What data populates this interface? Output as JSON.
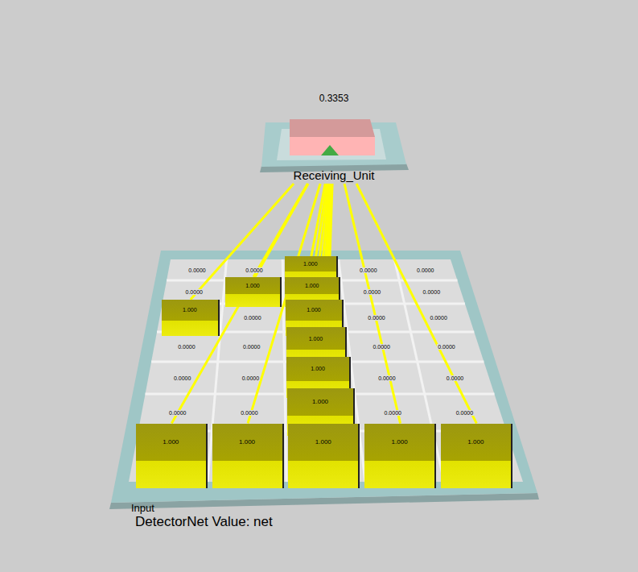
{
  "diagram": {
    "nodes": [
      {
        "text": [
          "0.3353",
          "Receiving_Unit"
        ]
      },
      {
        "text": [
          "Input"
        ]
      },
      {
        "text": [
          "0.0000"
        ],
        "in": 1
      },
      {
        "text": [
          "0.0000"
        ],
        "in": 1
      },
      {
        "text": [
          "1.000"
        ],
        "in": 1
      },
      {
        "text": [
          "0.0000"
        ],
        "in": 1
      },
      {
        "text": [
          "0.0000"
        ],
        "in": 1
      },
      {
        "text": [
          "0.0000"
        ],
        "in": 1
      },
      {
        "text": [
          "1.000"
        ],
        "in": 1
      },
      {
        "text": [
          "1.000"
        ],
        "in": 1
      },
      {
        "text": [
          "0.0000"
        ],
        "in": 1
      },
      {
        "text": [
          "0.0000"
        ],
        "in": 1
      },
      {
        "text": [
          "1.000"
        ],
        "in": 1
      },
      {
        "text": [
          "0.0000"
        ],
        "in": 1
      },
      {
        "text": [
          "1.000"
        ],
        "in": 1
      },
      {
        "text": [
          "0.0000"
        ],
        "in": 1
      },
      {
        "text": [
          "0.0000"
        ],
        "in": 1
      },
      {
        "text": [
          "0.0000"
        ],
        "in": 1
      },
      {
        "text": [
          "0.0000"
        ],
        "in": 1
      },
      {
        "text": [
          "1.000"
        ],
        "in": 1
      },
      {
        "text": [
          "0.0000"
        ],
        "in": 1
      },
      {
        "text": [
          "0.0000"
        ],
        "in": 1
      },
      {
        "text": [
          "0.0000"
        ],
        "in": 1
      },
      {
        "text": [
          "0.0000"
        ],
        "in": 1
      },
      {
        "text": [
          "1.000"
        ],
        "in": 1
      },
      {
        "text": [
          "0.0000"
        ],
        "in": 1
      },
      {
        "text": [
          "0.0000"
        ],
        "in": 1
      },
      {
        "text": [
          "0.0000"
        ],
        "in": 1
      },
      {
        "text": [
          "0.0000"
        ],
        "in": 1
      },
      {
        "text": [
          "1.000"
        ],
        "in": 1
      },
      {
        "text": [
          "0.0000"
        ],
        "in": 1
      },
      {
        "text": [
          "0.0000"
        ],
        "in": 1
      },
      {
        "text": [
          "1.000"
        ],
        "in": 1
      },
      {
        "text": [
          "1.000"
        ],
        "in": 1
      },
      {
        "text": [
          "1.000"
        ],
        "in": 1
      },
      {
        "text": [
          "1.000"
        ],
        "in": 1
      },
      {
        "text": [
          "1.000"
        ],
        "in": 1
      }
    ],
    "edges": [
      {
        "from": 4,
        "to": 0,
        "arrow": "none"
      },
      {
        "from": 8,
        "to": 0,
        "arrow": "none"
      },
      {
        "from": 9,
        "to": 0,
        "arrow": "none"
      },
      {
        "from": 12,
        "to": 0,
        "arrow": "none"
      },
      {
        "from": 14,
        "to": 0,
        "arrow": "none"
      },
      {
        "from": 19,
        "to": 0,
        "arrow": "none"
      },
      {
        "from": 24,
        "to": 0,
        "arrow": "none"
      },
      {
        "from": 29,
        "to": 0,
        "arrow": "none"
      },
      {
        "from": 32,
        "to": 0,
        "arrow": "none"
      },
      {
        "from": 33,
        "to": 0,
        "arrow": "none"
      },
      {
        "from": 34,
        "to": 0,
        "arrow": "none"
      },
      {
        "from": 35,
        "to": 0,
        "arrow": "none"
      },
      {
        "from": 36,
        "to": 0,
        "arrow": "none"
      }
    ],
    "labels": [
      "DetectorNet Value: net"
    ]
  }
}
